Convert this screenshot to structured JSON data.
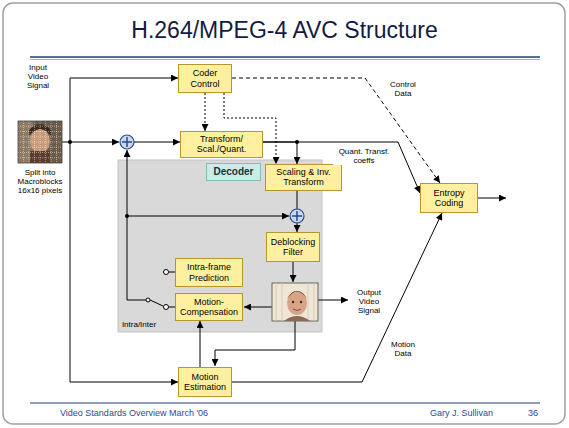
{
  "diagram": {
    "title": "H.264/MPEG-4 AVC Structure",
    "nodes": [
      {
        "text": [
          "Coder Control"
        ]
      },
      {
        "text": [
          "Transform/ Scal./Quant."
        ]
      },
      {
        "text": [
          "Decoder"
        ]
      },
      {
        "text": [
          "Scaling & Inv. Transform"
        ]
      },
      {
        "text": [
          "Deblocking Filter"
        ],
        "in": 2
      },
      {
        "text": [
          "Intra-frame Prediction"
        ],
        "in": 2
      },
      {
        "text": [
          "Motion- Compensation"
        ],
        "in": 2
      },
      {
        "text": [
          "Entropy Coding"
        ]
      },
      {
        "text": [
          "Motion Estimation"
        ]
      }
    ],
    "edges": [
      {
        "from": 0,
        "to": 1,
        "arrow": "to"
      },
      {
        "from": 0,
        "to": 3,
        "arrow": "to"
      },
      {
        "from": 0,
        "to": 7,
        "label": "Control Data",
        "arrow": "to"
      },
      {
        "from": 1,
        "to": 3,
        "arrow": "to"
      },
      {
        "from": 1,
        "to": 7,
        "label": "Quant. Transf. coeffs",
        "arrow": "to"
      },
      {
        "from": 3,
        "to": 4,
        "arrow": "to"
      },
      {
        "from": 8,
        "to": 6,
        "arrow": "to"
      },
      {
        "from": 8,
        "to": 7,
        "label": "Motion Data",
        "arrow": "to"
      }
    ],
    "labels": [
      "Input Video Signal",
      "Split into Macroblocks 16x16 pixels",
      "Output Video Signal",
      "Intra/Inter",
      "Video Standards Overview March '06",
      "Gary J. Sullivan",
      "36"
    ]
  }
}
